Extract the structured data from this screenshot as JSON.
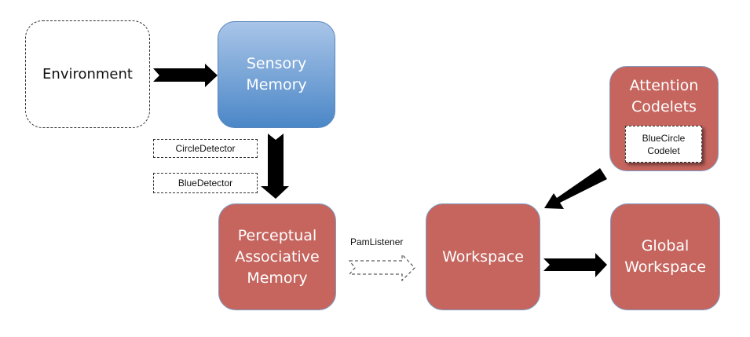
{
  "nodes": {
    "environment": "Environment",
    "sensory_memory": "Sensory\nMemory",
    "pam": "Perceptual\nAssociative\nMemory",
    "workspace": "Workspace",
    "global_workspace": "Global\nWorkspace",
    "attention_codelets": "Attention\nCodelets"
  },
  "detectors": [
    "CircleDetector",
    "BlueDetector"
  ],
  "codelet": "BlueCircle\nCodelet",
  "listener_label": "PamListener",
  "colors": {
    "module_red": "#c5655e",
    "sensory_blue_top": "#a9c5e8",
    "sensory_blue_bottom": "#4b87c7",
    "arrow": "#000000"
  }
}
